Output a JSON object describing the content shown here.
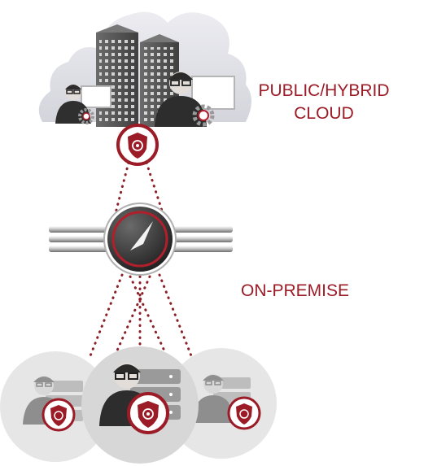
{
  "labels": {
    "cloud_line1": "PUBLIC/HYBRID",
    "cloud_line2": "CLOUD",
    "on_premise": "ON-PREMISE"
  },
  "icons": {
    "cloud": "cloud-icon",
    "building": "office-building-icon",
    "user": "user-with-glasses-icon",
    "gear": "gear-icon",
    "shield": "security-shield-icon",
    "gateway": "gateway-hub-icon",
    "server": "server-stack-icon"
  },
  "colors": {
    "accent": "#9b1b26",
    "dark": "#3a3a3a",
    "gray": "#8c8c8c",
    "light_gray": "#e6e6e6"
  }
}
